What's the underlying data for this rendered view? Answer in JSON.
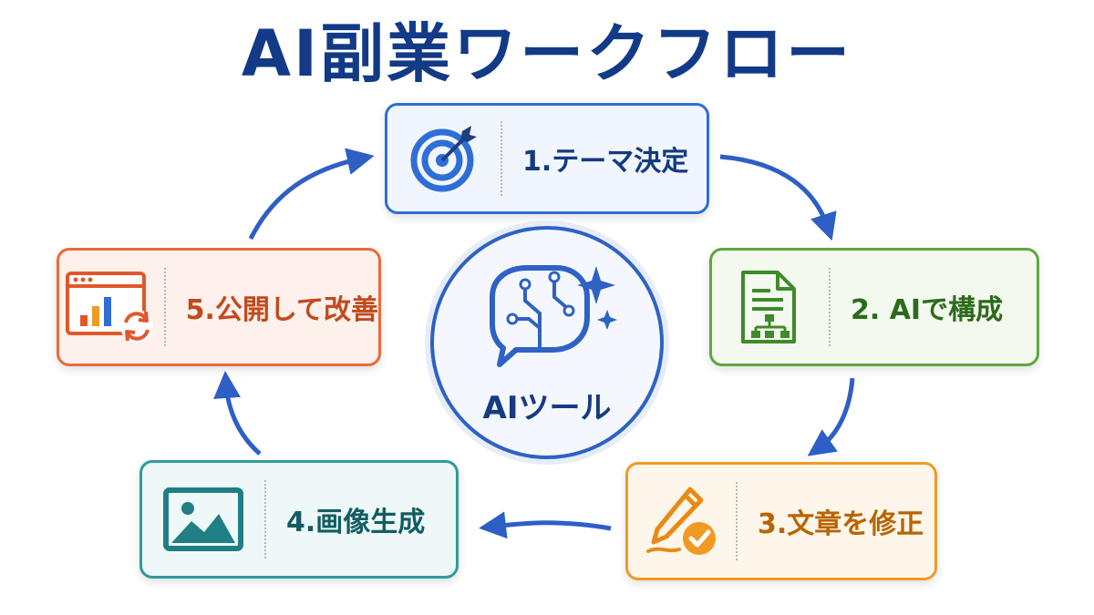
{
  "title": "AI副業ワークフロー",
  "center": {
    "label": "AIツール",
    "icon": "ai-chat-circuit-icon"
  },
  "steps": [
    {
      "label": "1.テーマ決定",
      "icon": "target-icon",
      "color": "#2e6ed6"
    },
    {
      "label": "2. AIで構成",
      "icon": "document-structure-icon",
      "color": "#5ca83b"
    },
    {
      "label": "3.文章を修正",
      "icon": "pen-check-icon",
      "color": "#f09a24"
    },
    {
      "label": "4.画像生成",
      "icon": "image-icon",
      "color": "#2f9a9e"
    },
    {
      "label": "5.公開して改善",
      "icon": "analytics-refresh-icon",
      "color": "#ea6a3b"
    }
  ],
  "arrow_color": "#2e5fc6"
}
